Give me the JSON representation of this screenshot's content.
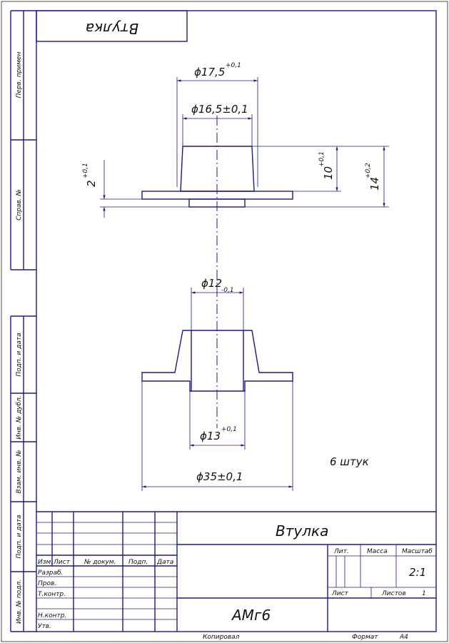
{
  "stamp_top_text": "Втулка",
  "side_labels": {
    "perv_primen": "Перв. примен",
    "sprav_no": "Справ. №",
    "podp_data_1": "Подп. и дата",
    "inv_dubl": "Инв. № дубл.",
    "vzam_inv": "Взам. инв. №",
    "podp_data_2": "Подп. и дата",
    "inv_podl": "Инв. № подл."
  },
  "dimensions": {
    "top_outer_dia": "ϕ17,5",
    "top_outer_dia_tol": "+0,1",
    "top_inner_dia": "ϕ16,5±0,1",
    "height_10": "10",
    "height_10_tol": "+0,1",
    "height_14": "14",
    "height_14_tol": "+0,2",
    "flange_2": "2",
    "flange_2_tol": "+0,1",
    "bore_12": "ϕ12",
    "bore_12_tol": "-0,1",
    "bottom_13": "ϕ13",
    "bottom_13_tol": "+0,1",
    "flange_35": "ϕ35±0,1"
  },
  "note": "6 штук",
  "title_block": {
    "name": "Втулка",
    "material": "АМг6",
    "col_izm": "Изм.",
    "col_list": "Лист",
    "col_docum": "№ докум.",
    "col_podp": "Подп.",
    "col_data": "Дата",
    "razrab": "Разраб.",
    "prov": "Пров.",
    "tkontr": "Т.контр.",
    "nkontr": "Н.контр.",
    "utv": "Утв.",
    "lit": "Лит.",
    "massa": "Масса",
    "masshtab": "Масштаб",
    "scale_value": "2:1",
    "list_label": "Лист",
    "listov_label": "Листов",
    "listov_value": "1"
  },
  "footer": {
    "kopiroval": "Копировал",
    "format": "Формат",
    "format_value": "А4"
  }
}
